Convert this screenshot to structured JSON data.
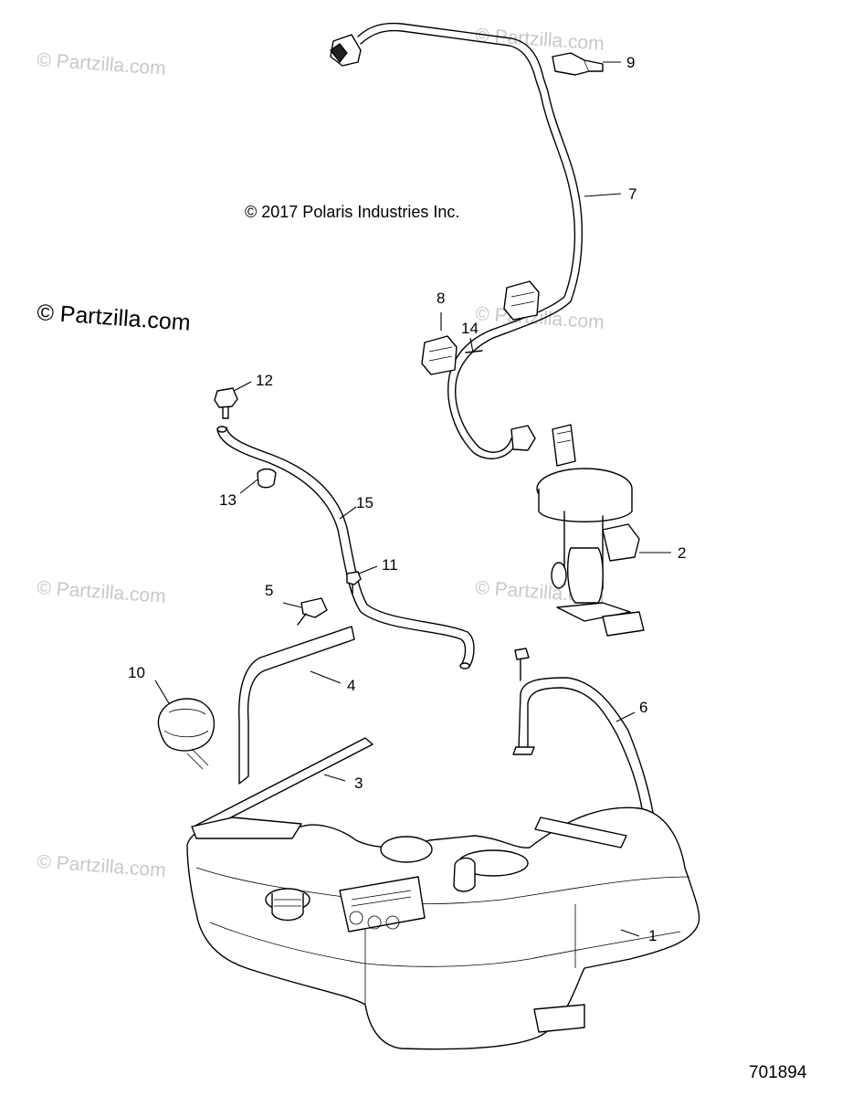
{
  "copyright": "© 2017 Polaris Industries Inc.",
  "watermark_main": "© Partzilla.com",
  "watermark_faint": "© Partzilla.com",
  "drawing_number": "701894",
  "callouts": {
    "c1": "1",
    "c2": "2",
    "c3": "3",
    "c4": "4",
    "c5": "5",
    "c6": "6",
    "c7": "7",
    "c8": "8",
    "c9": "9",
    "c10": "10",
    "c11": "11",
    "c12": "12",
    "c13": "13",
    "c14": "14",
    "c15": "15"
  }
}
